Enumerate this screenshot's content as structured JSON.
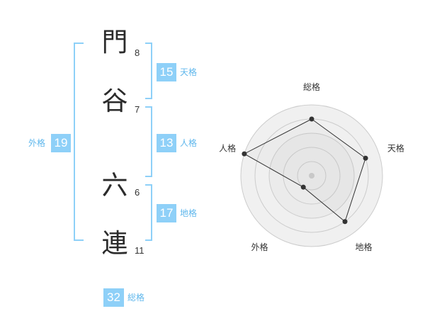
{
  "characters": [
    {
      "char": "門",
      "strokes": "8"
    },
    {
      "char": "谷",
      "strokes": "7"
    },
    {
      "char": "六",
      "strokes": "6"
    },
    {
      "char": "連",
      "strokes": "11"
    }
  ],
  "fortunes": {
    "tenkaku": {
      "value": "15",
      "label": "天格"
    },
    "jinkaku": {
      "value": "13",
      "label": "人格"
    },
    "chikaku": {
      "value": "17",
      "label": "地格"
    },
    "gaikaku": {
      "value": "19",
      "label": "外格"
    },
    "soukaku": {
      "value": "32",
      "label": "総格"
    }
  },
  "chart_data": {
    "type": "radar",
    "axes": [
      "総格",
      "天格",
      "地格",
      "外格",
      "人格"
    ],
    "values": [
      4,
      4,
      4,
      1,
      5
    ],
    "max": 5,
    "rings": 5,
    "colors": {
      "fill": "#f0f0f0",
      "ring": "#cccccc",
      "line": "#333333",
      "point": "#333333",
      "center": "#cccccc"
    }
  },
  "colors": {
    "accent": "#8ed0f8",
    "label": "#5fb7ec"
  }
}
